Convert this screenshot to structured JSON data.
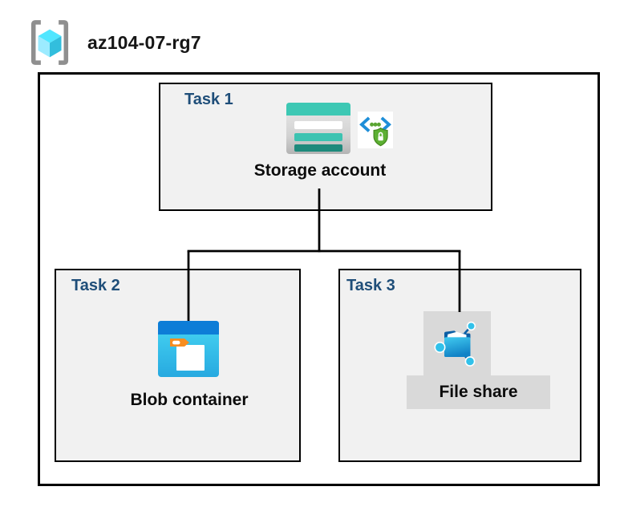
{
  "title": {
    "resource_group": "az104-07-rg7"
  },
  "tasks": [
    {
      "label": "Task 1",
      "resource": "Storage account",
      "icons": [
        "storage-account-icon",
        "sas-security-lock-icon"
      ]
    },
    {
      "label": "Task 2",
      "resource": "Blob container",
      "icons": [
        "blob-container-icon"
      ]
    },
    {
      "label": "Task 3",
      "resource": "File share",
      "icons": [
        "file-share-icon"
      ],
      "highlighted": true
    }
  ],
  "connections": [
    {
      "from": "Storage account",
      "to": "Blob container"
    },
    {
      "from": "Storage account",
      "to": "File share"
    }
  ],
  "icons": {
    "resource_group": "resource-group-icon",
    "storage_account": "storage-account-icon",
    "sas": "sas-security-lock-icon",
    "blob_container": "blob-container-icon",
    "file_share": "file-share-icon"
  },
  "colors": {
    "task_label_navy": "#1f4e79",
    "box_fill": "#f1f1f1",
    "box_border": "#000000",
    "connector": "#000000",
    "highlight_gray": "#d9d9d9",
    "rg_bracket": "#8f8f8f",
    "cube_top": "#50e6ff",
    "cube_left": "#9cebff",
    "cube_right": "#32bedd",
    "storage_teal": "#3dc8b4",
    "storage_teal_mid": "#3cc3b1",
    "storage_teal_dark": "#1e8a7c",
    "blob_header_blue": "#0d7dd7",
    "folder_tab_orange": "#f78d20",
    "sas_chevron_blue": "#1e8ed8",
    "sas_dot_green": "#5aa532",
    "sas_shield_green": "#5db033",
    "fileshare_navy": "#0b5fa5",
    "fileshare_node_cyan": "#31c1ea"
  }
}
